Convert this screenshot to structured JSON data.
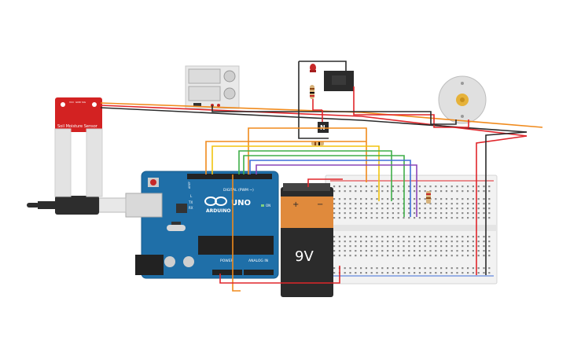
{
  "sensor": {
    "label": "Soil Moisture Sensor",
    "pins": [
      "VCC",
      "GND",
      "SIG"
    ]
  },
  "arduino": {
    "brand": "ARDUINO",
    "model": "UNO",
    "on_label": "ON",
    "digital_label": "DIGITAL (PWM ~)",
    "power_label": "POWER",
    "analog_label": "ANALOG IN",
    "tx_label": "TX",
    "rx_label": "RX",
    "l_label": "L",
    "aref_label": "AREF"
  },
  "battery": {
    "label": "9V",
    "plus": "+",
    "minus": "−"
  },
  "transistor": {
    "label": "N"
  },
  "wire_colors": {
    "red": "#e0262b",
    "black": "#2b2b2b",
    "orange": "#f08a1c",
    "yellow": "#f2c40f",
    "green": "#3fae49",
    "blue": "#3f6fd8",
    "purple": "#8a46b8"
  },
  "icons": [
    "usb-cable-icon",
    "led-icon",
    "resistor-icon",
    "relay-icon",
    "dc-motor-icon",
    "battery-icon",
    "transistor-icon",
    "breadboard-icon",
    "power-supply-icon"
  ]
}
